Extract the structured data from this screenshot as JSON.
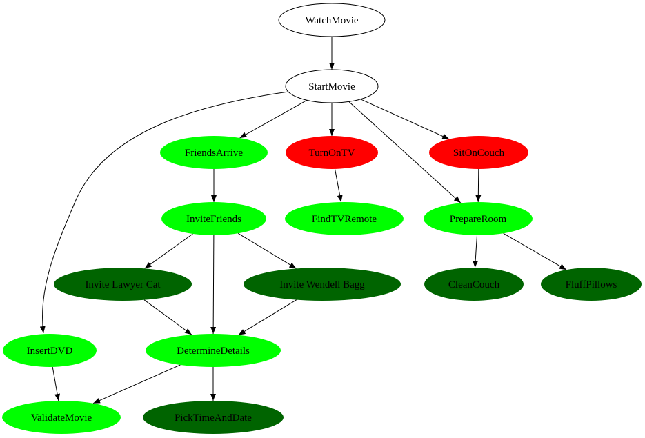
{
  "colors": {
    "white": "#ffffff",
    "bright_green": "#00ff00",
    "red": "#ff0000",
    "dark_green": "#006400",
    "stroke": "#000000"
  },
  "nodes": [
    {
      "id": "watch-movie",
      "label": "WatchMovie",
      "fill": "white",
      "outline": true
    },
    {
      "id": "start-movie",
      "label": "StartMovie",
      "fill": "white",
      "outline": true
    },
    {
      "id": "friends-arrive",
      "label": "FriendsArrive",
      "fill": "bright_green"
    },
    {
      "id": "turn-on-tv",
      "label": "TurnOnTV",
      "fill": "red"
    },
    {
      "id": "sit-on-couch",
      "label": "SitOnCouch",
      "fill": "red"
    },
    {
      "id": "invite-friends",
      "label": "InviteFriends",
      "fill": "bright_green"
    },
    {
      "id": "find-tv-remote",
      "label": "FindTVRemote",
      "fill": "bright_green"
    },
    {
      "id": "prepare-room",
      "label": "PrepareRoom",
      "fill": "bright_green"
    },
    {
      "id": "invite-lawyer-cat",
      "label": "Invite Lawyer Cat",
      "fill": "dark_green"
    },
    {
      "id": "invite-wendell-bagg",
      "label": "Invite Wendell Bagg",
      "fill": "dark_green"
    },
    {
      "id": "clean-couch",
      "label": "CleanCouch",
      "fill": "dark_green"
    },
    {
      "id": "fluff-pillows",
      "label": "FluffPillows",
      "fill": "dark_green"
    },
    {
      "id": "insert-dvd",
      "label": "InsertDVD",
      "fill": "bright_green"
    },
    {
      "id": "determine-details",
      "label": "DetermineDetails",
      "fill": "bright_green"
    },
    {
      "id": "validate-movie",
      "label": "ValidateMovie",
      "fill": "bright_green"
    },
    {
      "id": "pick-time-and-date",
      "label": "PickTimeAndDate",
      "fill": "dark_green"
    }
  ],
  "edges": [
    {
      "from": "watch-movie",
      "to": "start-movie"
    },
    {
      "from": "start-movie",
      "to": "insert-dvd"
    },
    {
      "from": "start-movie",
      "to": "friends-arrive"
    },
    {
      "from": "start-movie",
      "to": "turn-on-tv"
    },
    {
      "from": "start-movie",
      "to": "prepare-room"
    },
    {
      "from": "start-movie",
      "to": "sit-on-couch"
    },
    {
      "from": "friends-arrive",
      "to": "invite-friends"
    },
    {
      "from": "turn-on-tv",
      "to": "find-tv-remote"
    },
    {
      "from": "sit-on-couch",
      "to": "prepare-room"
    },
    {
      "from": "invite-friends",
      "to": "invite-lawyer-cat"
    },
    {
      "from": "invite-friends",
      "to": "determine-details"
    },
    {
      "from": "invite-friends",
      "to": "invite-wendell-bagg"
    },
    {
      "from": "prepare-room",
      "to": "clean-couch"
    },
    {
      "from": "prepare-room",
      "to": "fluff-pillows"
    },
    {
      "from": "invite-lawyer-cat",
      "to": "determine-details"
    },
    {
      "from": "invite-wendell-bagg",
      "to": "determine-details"
    },
    {
      "from": "insert-dvd",
      "to": "validate-movie"
    },
    {
      "from": "determine-details",
      "to": "validate-movie"
    },
    {
      "from": "determine-details",
      "to": "pick-time-and-date"
    }
  ]
}
